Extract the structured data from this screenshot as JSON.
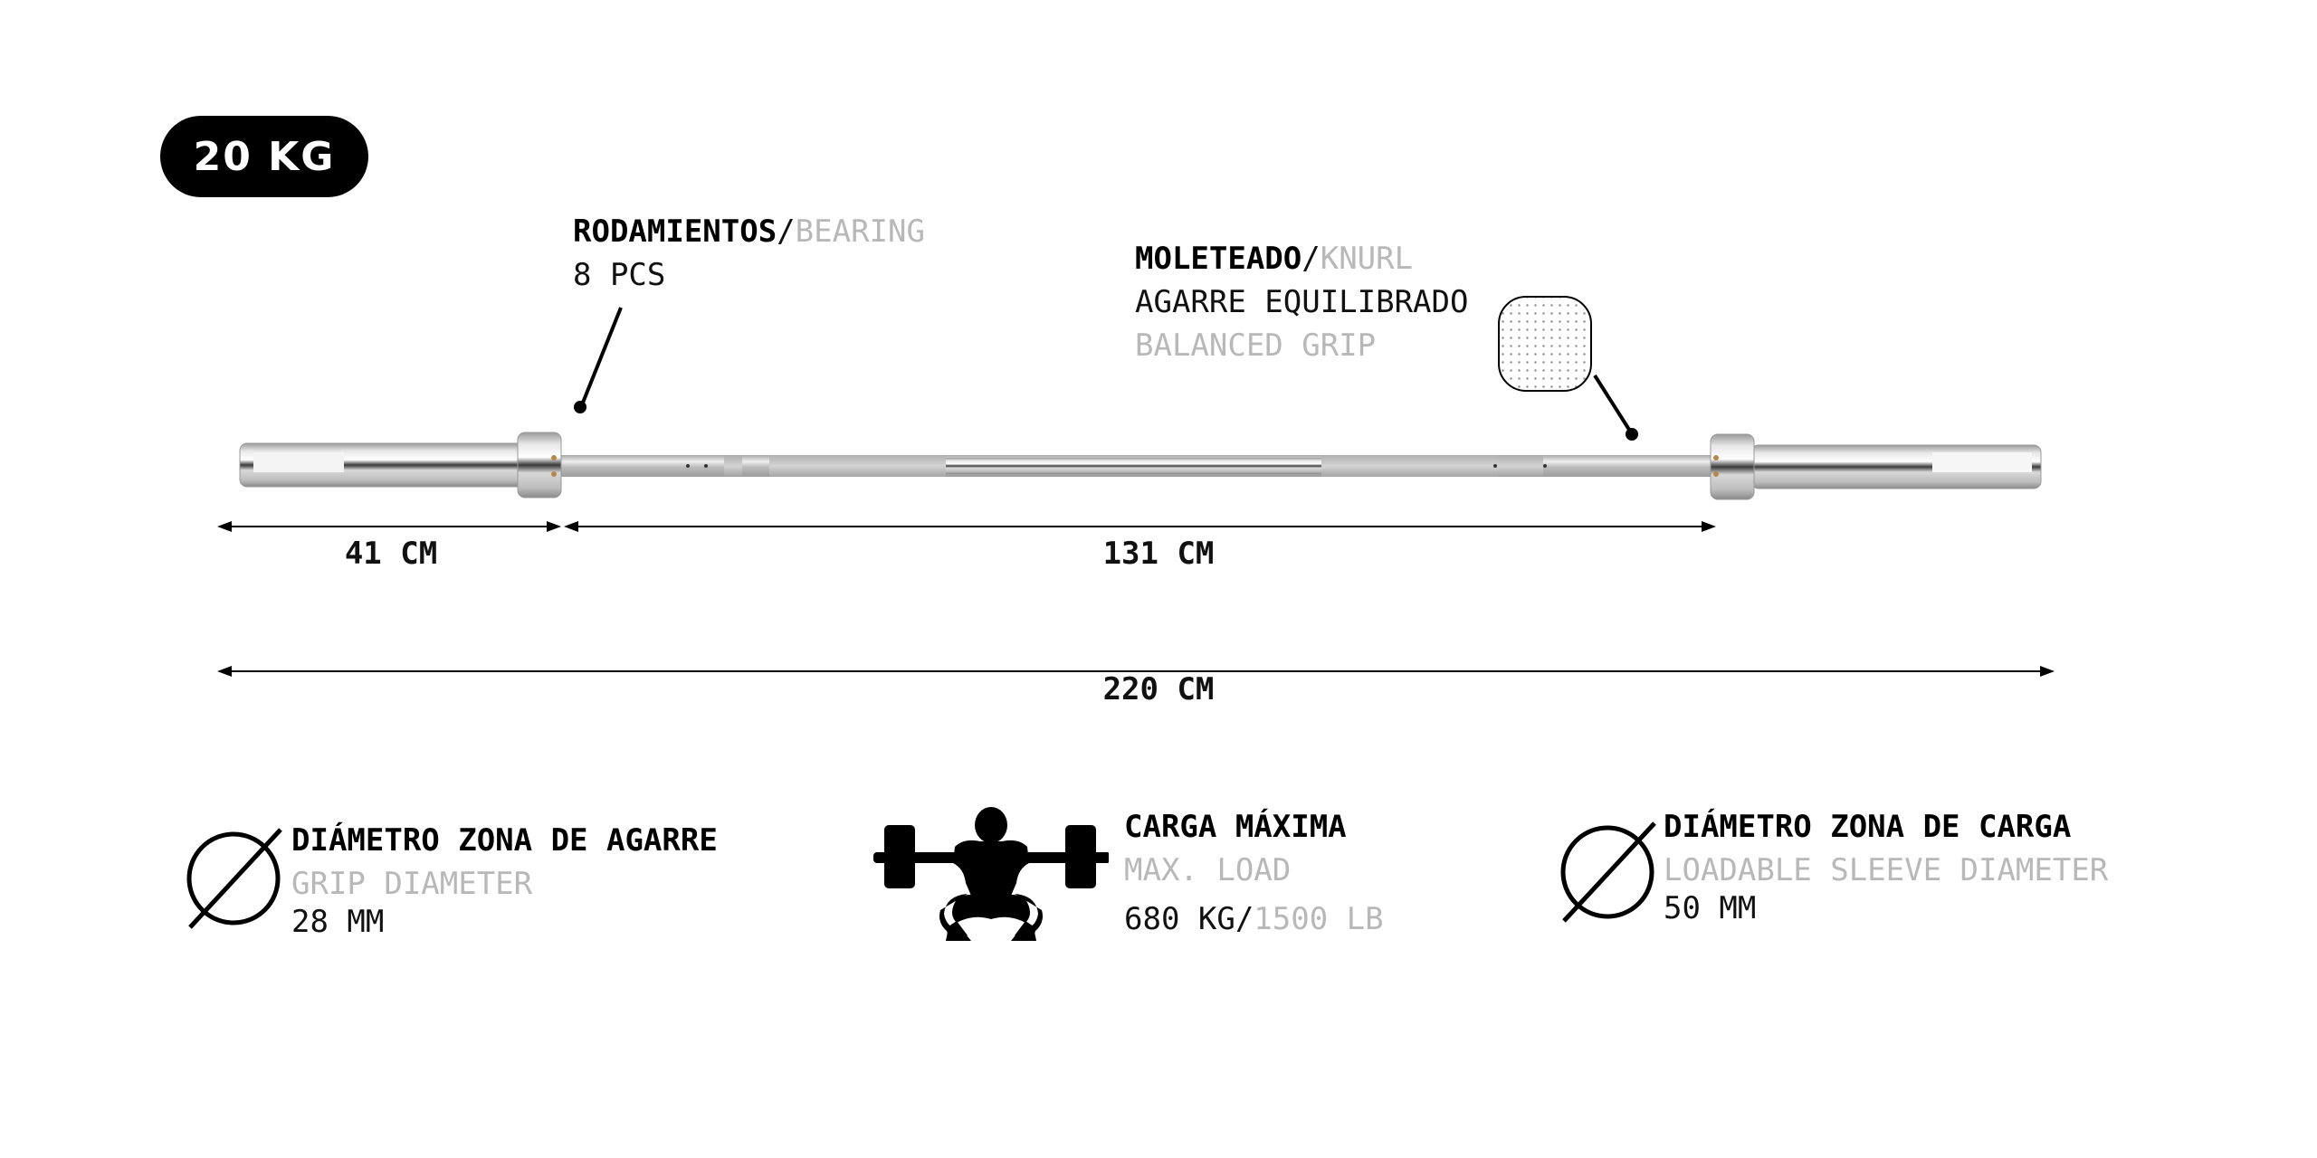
{
  "badge": {
    "weight": "20 KG"
  },
  "callouts": {
    "bearing": {
      "title_es": "RODAMIENTOS",
      "separator": "/",
      "title_en": "BEARING",
      "value": "8 PCS"
    },
    "knurl": {
      "title_es": "MOLETEADO",
      "separator": "/",
      "title_en": "KNURL",
      "line_es": "AGARRE EQUILIBRADO",
      "line_en": "BALANCED GRIP"
    }
  },
  "dimensions": {
    "sleeve": "41 CM",
    "shaft": "131 CM",
    "total": "220 CM"
  },
  "specs": [
    {
      "icon": "diameter-icon",
      "title": "DIÁMETRO ZONA DE AGARRE",
      "subtitle": "GRIP DIAMETER",
      "value": "28 MM"
    },
    {
      "icon": "squat-lifter-icon",
      "title": "CARGA MÁXIMA",
      "subtitle": "MAX. LOAD",
      "value_primary": "680 KG/",
      "value_secondary": "1500 LB"
    },
    {
      "icon": "diameter-icon",
      "title": "DIÁMETRO ZONA DE CARGA",
      "subtitle": "LOADABLE SLEEVE DIAMETER",
      "value": "50 MM"
    }
  ],
  "colors": {
    "primary": "#000000",
    "secondary_text": "#b8b8b8",
    "background": "#ffffff"
  }
}
